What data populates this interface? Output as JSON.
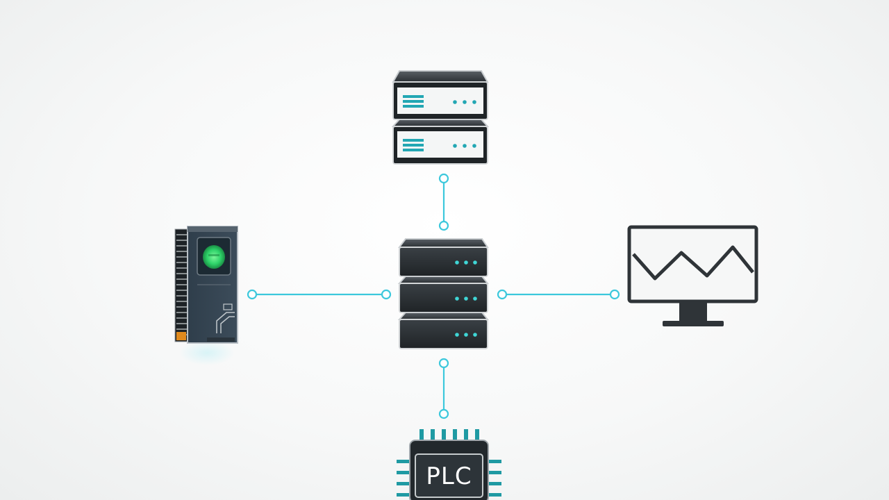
{
  "diagram": {
    "nodes": [
      {
        "id": "top-server",
        "icon": "storage-server-icon",
        "kind": "server"
      },
      {
        "id": "central-server",
        "icon": "server-rack-icon",
        "kind": "server-rack"
      },
      {
        "id": "left-controller",
        "icon": "controller-module-icon",
        "kind": "io-module"
      },
      {
        "id": "right-monitor",
        "icon": "monitor-chart-icon",
        "kind": "monitor"
      },
      {
        "id": "bottom-plc",
        "icon": "plc-chip-icon",
        "kind": "plc",
        "label": "PLC"
      }
    ],
    "edges": [
      {
        "from": "top-server",
        "to": "central-server"
      },
      {
        "from": "left-controller",
        "to": "central-server"
      },
      {
        "from": "central-server",
        "to": "right-monitor"
      },
      {
        "from": "central-server",
        "to": "bottom-plc"
      }
    ],
    "colors": {
      "connector": "#3cc8dc",
      "device_dark": "#2a2f33",
      "led_teal": "#28b8c0",
      "led_green": "#2fd36a"
    }
  }
}
